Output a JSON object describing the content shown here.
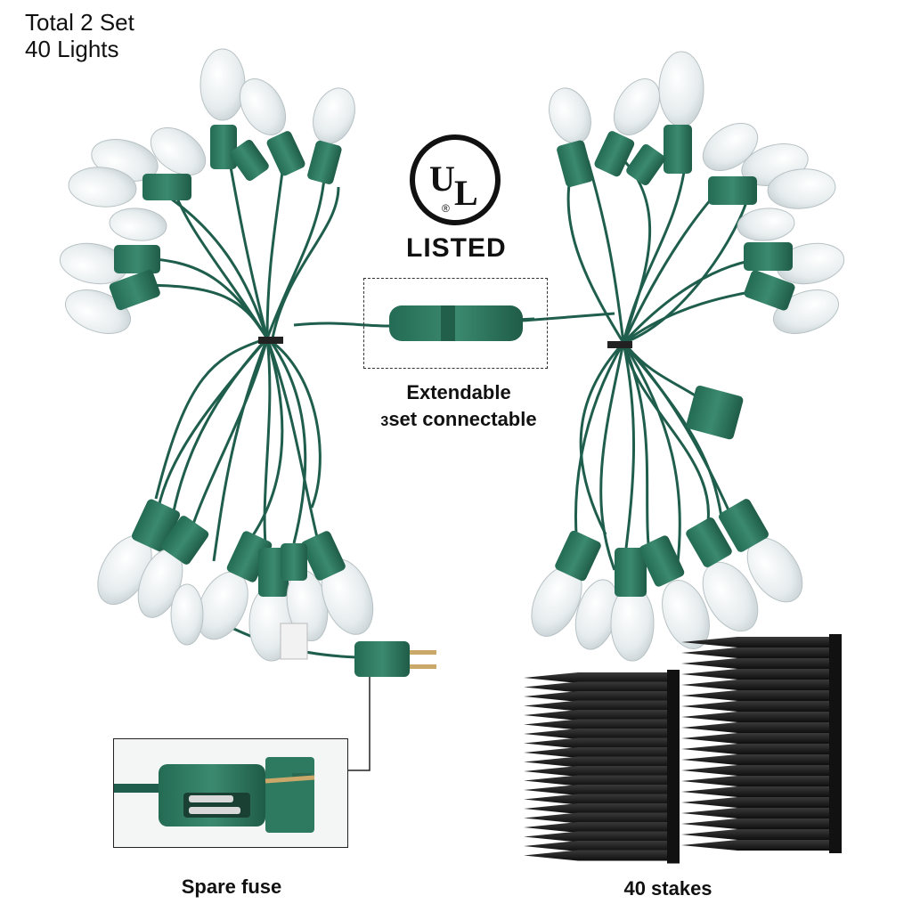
{
  "header": {
    "line1": "Total 2 Set",
    "line2": "40 Lights"
  },
  "badge": {
    "mark": "UL",
    "registered": "®",
    "label": "LISTED"
  },
  "connector_caption": {
    "line1": "Extendable",
    "line2_number": "3",
    "line2_text": "set connectable"
  },
  "fuse_caption": "Spare fuse",
  "stakes_caption": "40 stakes",
  "colors": {
    "wire": "#1f5e4c",
    "socket": "#2e7a60",
    "bulb": "#eef3f4",
    "stake": "#1b1b1b"
  }
}
